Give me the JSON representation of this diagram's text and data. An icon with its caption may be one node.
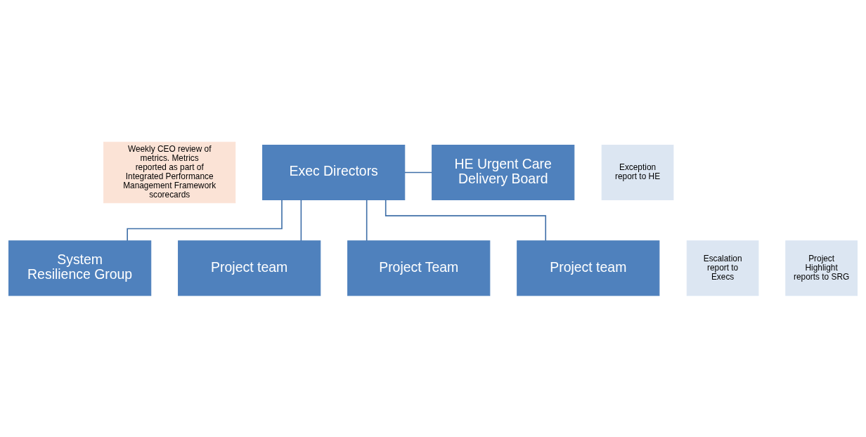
{
  "diagram": {
    "nodes": [
      {
        "text": [
          "Weekly CEO review of metrics. Metrics reported as part of Integrated Performance Management Framework scorecards"
        ]
      },
      {
        "text": [
          "Exec Directors"
        ]
      },
      {
        "text": [
          "HE Urgent Care Delivery Board"
        ]
      },
      {
        "text": [
          "System Resilience Group"
        ]
      },
      {
        "text": [
          "Project team"
        ]
      },
      {
        "text": [
          "Project Team"
        ]
      },
      {
        "text": [
          "Project team"
        ]
      },
      {
        "text": [
          "Exception report to HE"
        ]
      },
      {
        "text": [
          "Escalation report to Execs"
        ]
      },
      {
        "text": [
          "Project Highlight reports to SRG"
        ]
      }
    ],
    "edges": [
      {
        "from": 1,
        "to": 2,
        "arrow": "none"
      },
      {
        "from": 1,
        "to": 3,
        "arrow": "none"
      },
      {
        "from": 1,
        "to": 4,
        "arrow": "none"
      },
      {
        "from": 1,
        "to": 5,
        "arrow": "none"
      },
      {
        "from": 1,
        "to": 6,
        "arrow": "none"
      }
    ]
  }
}
